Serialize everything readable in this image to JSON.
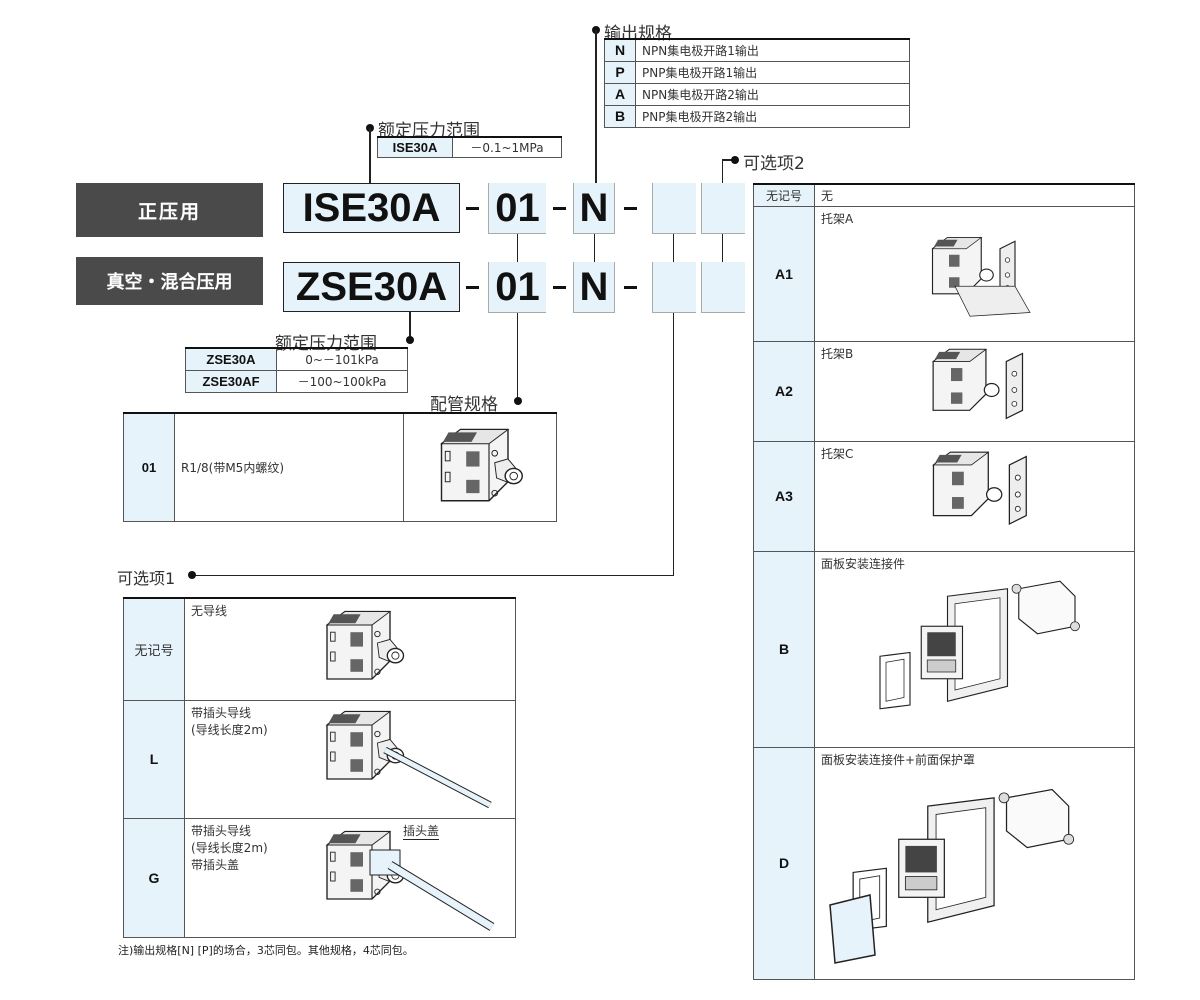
{
  "output_spec": {
    "title": "输出规格",
    "rows": [
      {
        "code": "N",
        "desc": "NPN集电极开路1输出"
      },
      {
        "code": "P",
        "desc": "PNP集电极开路1输出"
      },
      {
        "code": "A",
        "desc": "NPN集电极开路2输出"
      },
      {
        "code": "B",
        "desc": "PNP集电极开路2输出"
      }
    ]
  },
  "pressure_range_top": {
    "title": "额定压力范围",
    "model": "ISE30A",
    "range": "－0.1~1MPa"
  },
  "categories": {
    "positive": "正压用",
    "vacuum": "真空・混合压用"
  },
  "model_row1": {
    "model": "ISE30A",
    "port": "01",
    "output": "N"
  },
  "model_row2": {
    "model": "ZSE30A",
    "port": "01",
    "output": "N"
  },
  "pressure_range_bottom": {
    "title": "额定压力范围",
    "rows": [
      {
        "model": "ZSE30A",
        "range": "0~－101kPa"
      },
      {
        "model": "ZSE30AF",
        "range": "－100~100kPa"
      }
    ]
  },
  "piping": {
    "title": "配管规格",
    "code": "01",
    "desc": "R1/8(带M5内螺纹)"
  },
  "option1": {
    "title": "可选项1",
    "rows": [
      {
        "code": "无记号",
        "desc": [
          "无导线"
        ]
      },
      {
        "code": "L",
        "desc": [
          "带插头导线",
          "(导线长度2m)"
        ]
      },
      {
        "code": "G",
        "desc": [
          "带插头导线",
          "(导线长度2m)",
          "带插头盖"
        ],
        "callout": "插头盖"
      }
    ],
    "note": "注)输出规格[N] [P]的场合，3芯同包。其他规格，4芯同包。"
  },
  "option2": {
    "title": "可选项2",
    "header": {
      "code": "无记号",
      "desc": "无"
    },
    "rows": [
      {
        "code": "A1",
        "desc": "托架A"
      },
      {
        "code": "A2",
        "desc": "托架B"
      },
      {
        "code": "A3",
        "desc": "托架C"
      },
      {
        "code": "B",
        "desc": "面板安装连接件"
      },
      {
        "code": "D",
        "desc": "面板安装连接件+前面保护罩"
      }
    ]
  },
  "colors": {
    "code_bg": "#e6f3fb",
    "category_bg": "#4a4a4a"
  }
}
